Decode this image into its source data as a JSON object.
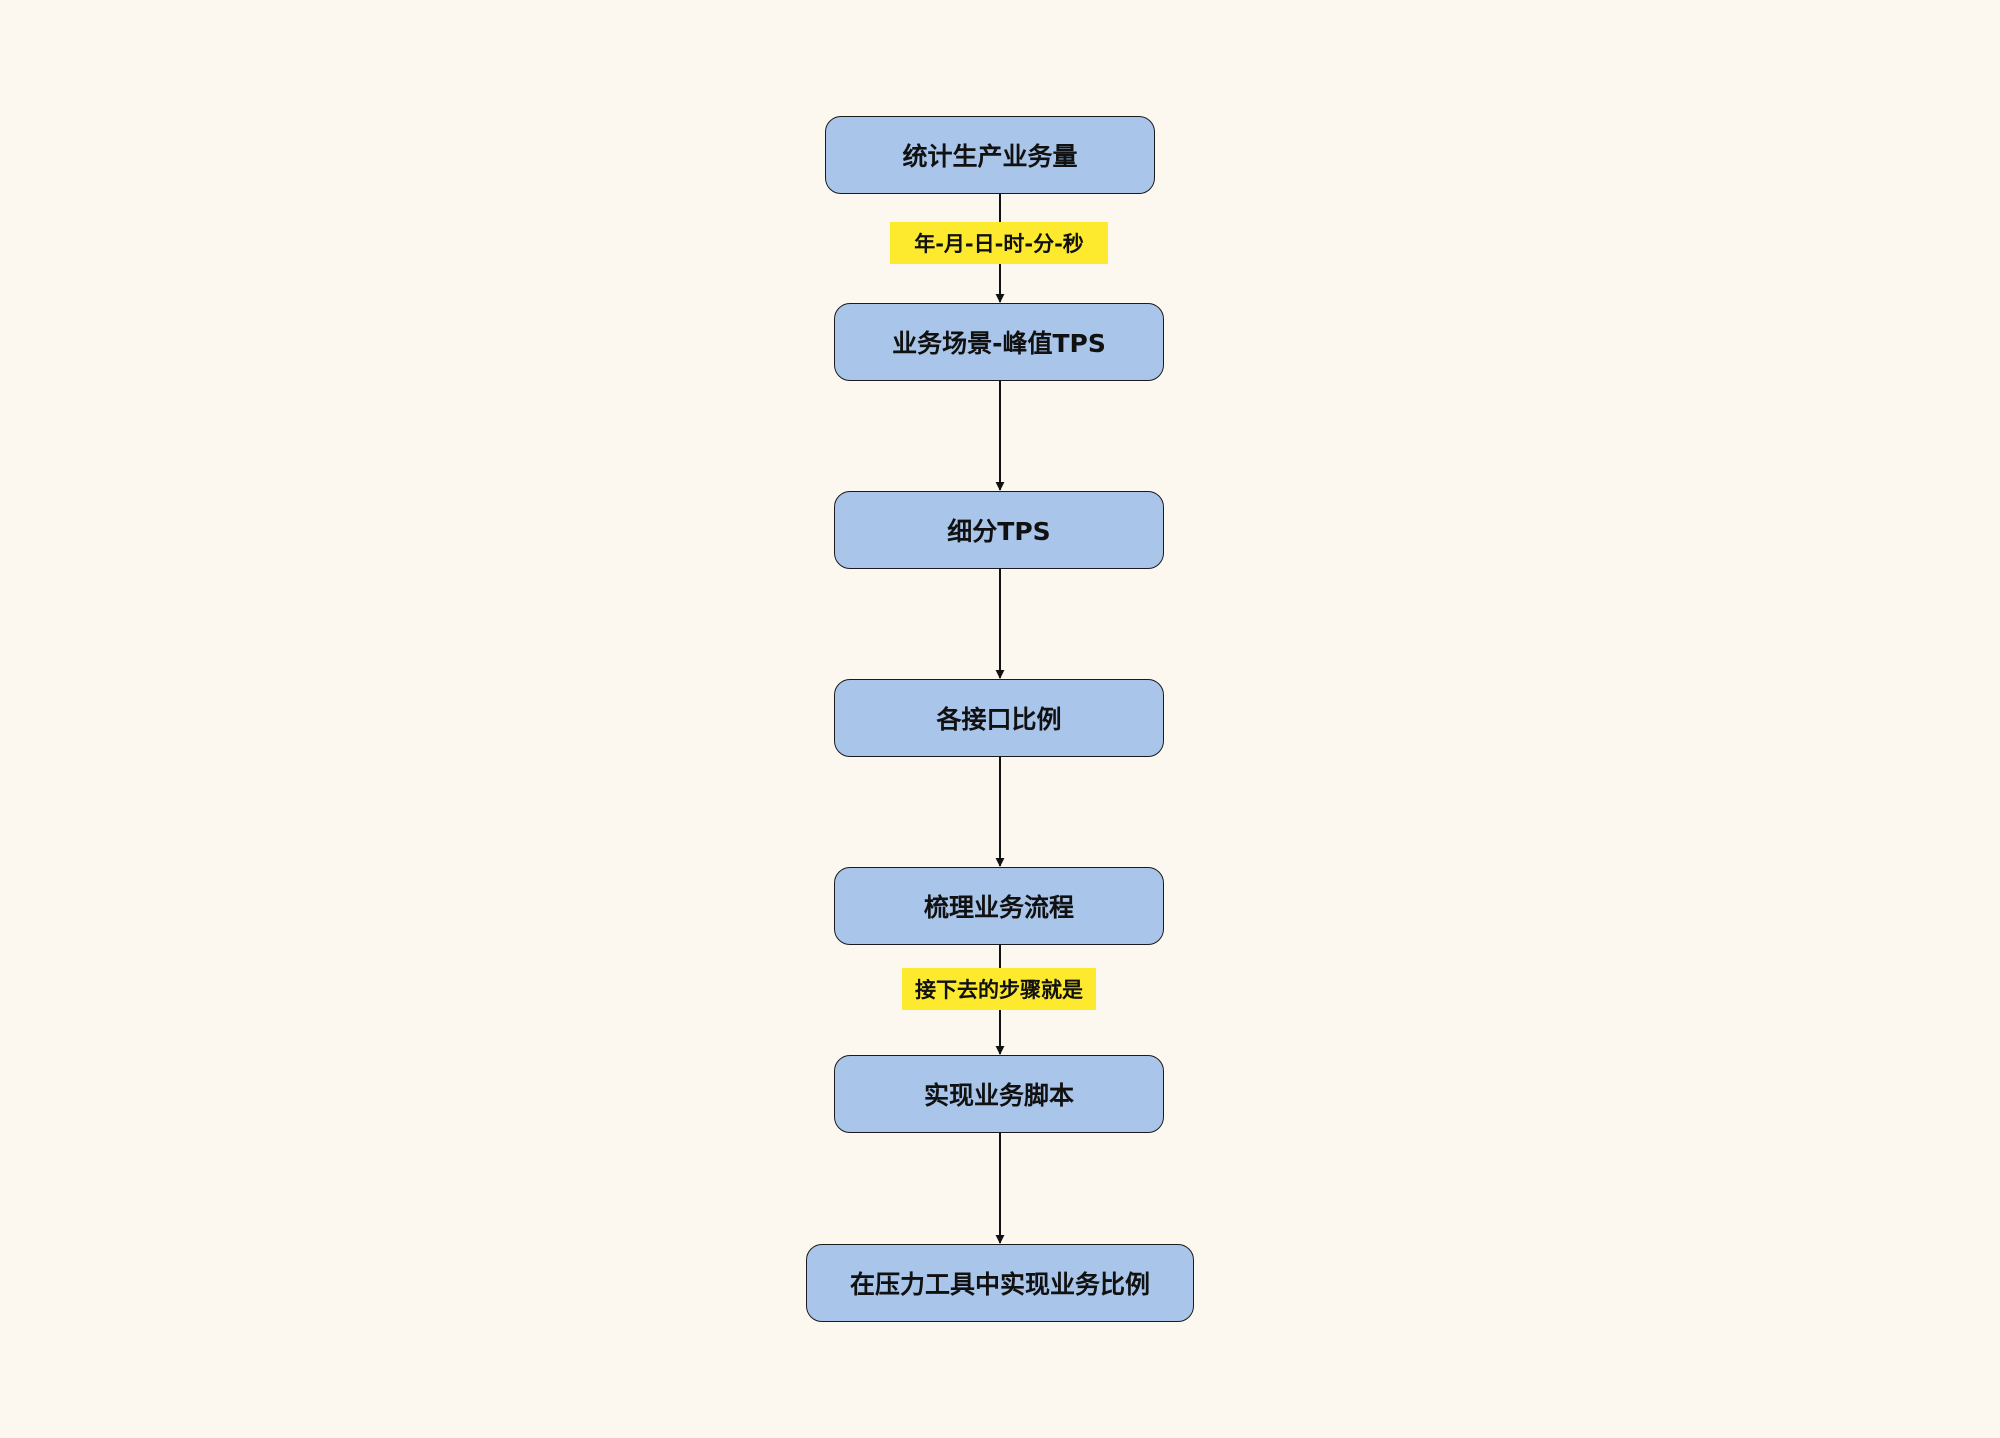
{
  "diagram": {
    "nodes": [
      {
        "id": "n1",
        "label": "统计生产业务量"
      },
      {
        "id": "n2",
        "label": "业务场景-峰值TPS"
      },
      {
        "id": "n3",
        "label": "细分TPS"
      },
      {
        "id": "n4",
        "label": "各接口比例"
      },
      {
        "id": "n5",
        "label": "梳理业务流程"
      },
      {
        "id": "n6",
        "label": "实现业务脚本"
      },
      {
        "id": "n7",
        "label": "在压力工具中实现业务比例"
      }
    ],
    "edges": [
      {
        "from": "n1",
        "to": "n2",
        "label": "年-月-日-时-分-秒"
      },
      {
        "from": "n2",
        "to": "n3",
        "label": ""
      },
      {
        "from": "n3",
        "to": "n4",
        "label": ""
      },
      {
        "from": "n4",
        "to": "n5",
        "label": ""
      },
      {
        "from": "n5",
        "to": "n6",
        "label": "接下去的步骤就是"
      },
      {
        "from": "n6",
        "to": "n7",
        "label": ""
      }
    ],
    "colors": {
      "background": "#fcf7ef",
      "node_fill": "#a9c5ea",
      "node_border": "#1b1b1b",
      "label_highlight": "#fde92d",
      "edge": "#111111"
    }
  }
}
